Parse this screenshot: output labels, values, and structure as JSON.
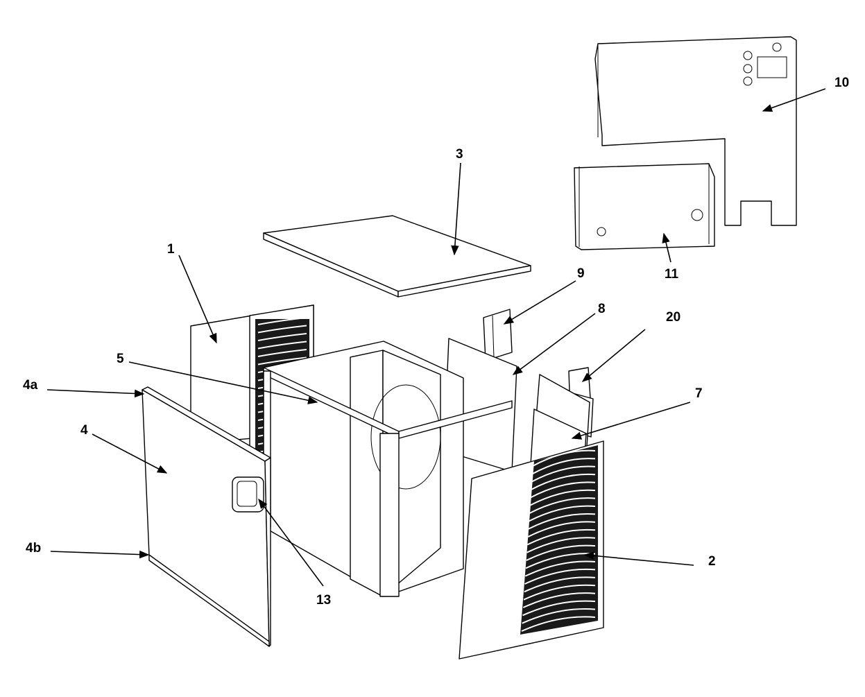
{
  "callouts": {
    "c1": "1",
    "c2": "2",
    "c3": "3",
    "c4": "4",
    "c4a": "4a",
    "c4b": "4b",
    "c5": "5",
    "c7": "7",
    "c8": "8",
    "c9": "9",
    "c10": "10",
    "c11": "11",
    "c13": "13",
    "c20": "20"
  },
  "colors": {
    "line": "#000000",
    "background": "#ffffff"
  }
}
